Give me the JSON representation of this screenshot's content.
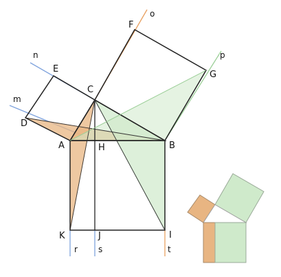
{
  "diagram": {
    "points": {
      "A": "A",
      "B": "B",
      "C": "C",
      "D": "D",
      "E": "E",
      "F": "F",
      "G": "G",
      "H": "H",
      "I": "I",
      "J": "J",
      "K": "K"
    },
    "lines": {
      "m": "m",
      "n": "n",
      "o": "o",
      "p": "p",
      "r": "r",
      "s": "s",
      "t": "t"
    },
    "colors": {
      "edge": "#222222",
      "orange_fill": "#e8b582",
      "orange_line": "#e8a060",
      "green_fill": "#cfeacb",
      "green_line": "#9ccf98",
      "blue_line": "#7fa3dd"
    }
  }
}
